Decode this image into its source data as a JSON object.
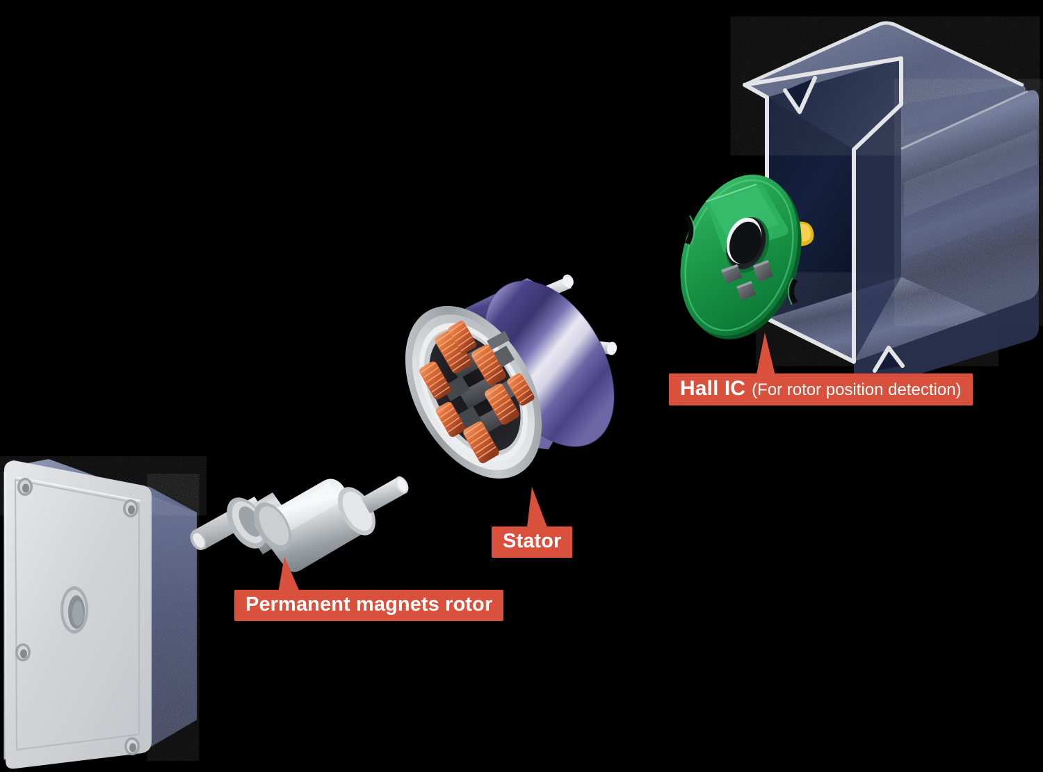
{
  "figure": {
    "title": "Brushless DC motor exploded view",
    "background_color": "#000000",
    "callout_color": "#d9503c",
    "callout_text_color": "#ffffff"
  },
  "callouts": [
    {
      "id": "hall-ic",
      "main": "Hall IC",
      "sub": "(For rotor position detection)",
      "target": "hall-ic-pcb"
    },
    {
      "id": "stator",
      "main": "Stator",
      "sub": "",
      "target": "stator-assembly"
    },
    {
      "id": "permanent-magnets-rotor",
      "main": "Permanent magnets rotor",
      "sub": "",
      "target": "rotor-assembly"
    }
  ],
  "components": [
    {
      "id": "end-plate",
      "name": "End plate",
      "face_color": "#d5d7d9",
      "edge_color": "#3a4468",
      "holes": 4,
      "center_bore": 1
    },
    {
      "id": "rotor-assembly",
      "name": "Permanent magnets rotor",
      "body_color": "#c9cdd1",
      "shaft_color": "#b9bec3",
      "shafts": 2
    },
    {
      "id": "stator-assembly",
      "name": "Stator",
      "body_color": "#6b63a8",
      "rim_color": "#b4b8bd",
      "tooth_color": "#55585c",
      "coil_color": "#d4622c",
      "lead_wires": 3,
      "poles": 8
    },
    {
      "id": "hall-ic-pcb",
      "name": "Hall IC board",
      "board_color": "#1f9a4d",
      "sensor_color": "#5a5e62",
      "connector_color": "#e8b415",
      "sensors": 3,
      "center_hole": 1
    },
    {
      "id": "housing",
      "name": "Motor housing",
      "body_color": "#3b4668",
      "edge_color": "#d8dade",
      "open_end": "left"
    }
  ]
}
